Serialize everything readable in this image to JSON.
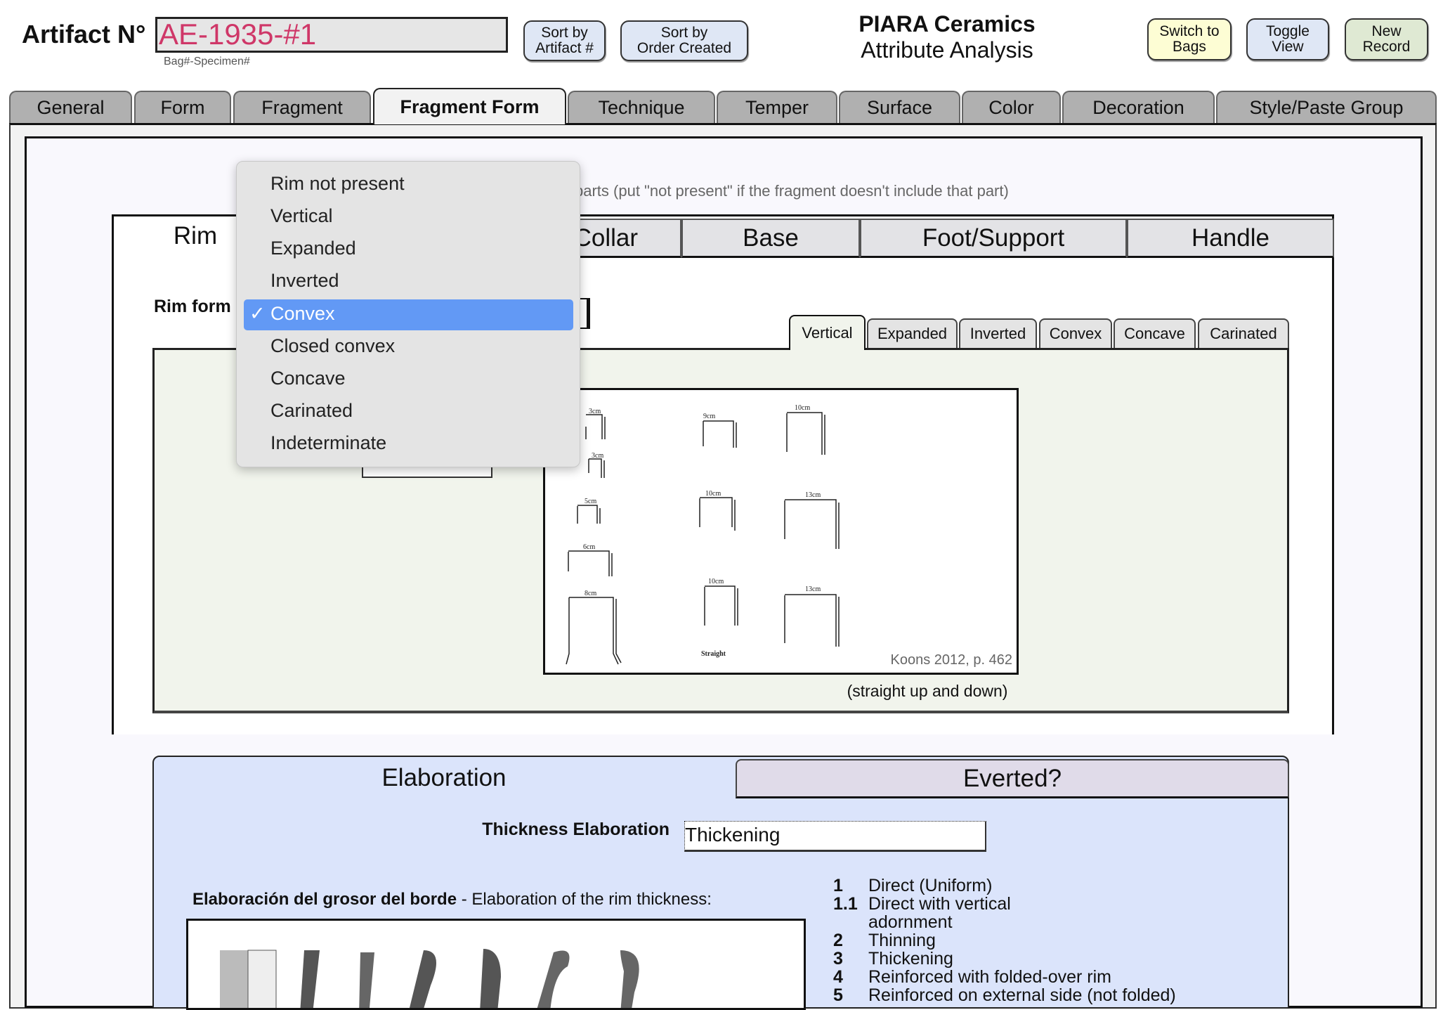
{
  "header": {
    "artifact_label": "Artifact N°",
    "artifact_value": "AE-1935-#1",
    "artifact_hint": "Bag#-Specimen#",
    "sort_artifact": [
      "Sort by",
      "Artifact #"
    ],
    "sort_created": [
      "Sort by",
      "Order Created"
    ],
    "title": "PIARA Ceramics",
    "subtitle": "Attribute Analysis",
    "switch_bags": [
      "Switch to",
      "Bags"
    ],
    "toggle_view": [
      "Toggle",
      "View"
    ],
    "new_record": [
      "New",
      "Record"
    ]
  },
  "tabs": [
    "General",
    "Form",
    "Fragment",
    "Fragment Form",
    "Technique",
    "Temper",
    "Surface",
    "Color",
    "Decoration",
    "Style/Paste Group"
  ],
  "instruction": "parts (put \"not present\" if the fragment doesn't include that part)",
  "part_tabs": {
    "rim": "Rim",
    "collar": "Collar",
    "base": "Base",
    "foot": "Foot/Support",
    "handle": "Handle"
  },
  "rim_form_label": "Rim form",
  "rim_subtabs": [
    "Vertical",
    "Expanded",
    "Inverted",
    "Convex",
    "Concave",
    "Carinated"
  ],
  "rim_image": {
    "labels": [
      "3cm",
      "3cm",
      "5cm",
      "6cm",
      "8cm",
      "9cm",
      "10cm",
      "10cm",
      "10cm",
      "13cm",
      "13cm"
    ],
    "caption_in_image": "Straight",
    "credit": "Koons 2012, p. 462"
  },
  "rim_caption": "(straight up and down)",
  "dropdown": {
    "items": [
      "Rim not present",
      "Vertical",
      "Expanded",
      "Inverted",
      "Convex",
      "Closed convex",
      "Concave",
      "Carinated",
      "Indeterminate"
    ],
    "selected": "Convex",
    "check": "✓"
  },
  "elab_tabs": {
    "elaboration": "Elaboration",
    "everted": "Everted?"
  },
  "thickness_label": "Thickness Elaboration",
  "thickness_value": "Thickening",
  "elab_desc_bold": "Elaboración del grosor del borde",
  "elab_desc": " - Elaboration of the rim thickness:",
  "elab_list": [
    {
      "n": "1",
      "t": "Direct (Uniform)"
    },
    {
      "n": "1.1",
      "t": "Direct with vertical adornment"
    },
    {
      "n": "2",
      "t": "Thinning"
    },
    {
      "n": "3",
      "t": "Thickening"
    },
    {
      "n": "4",
      "t": "Reinforced with folded-over rim"
    },
    {
      "n": "5",
      "t": "Reinforced on external side (not folded)"
    }
  ],
  "colors": {
    "artifact_text": "#cf3768",
    "highlight": "#6299f5",
    "bags": "#fdfdd4",
    "toggle": "#dfe7f5",
    "new": "#dfe9d3"
  }
}
